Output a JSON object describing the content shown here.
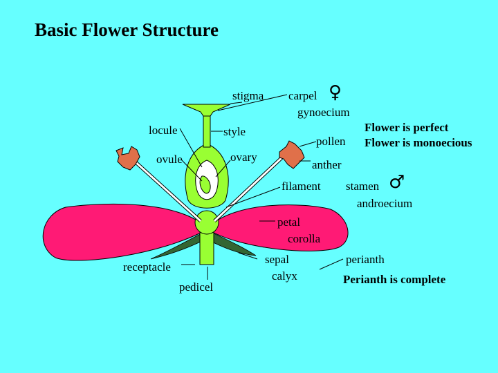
{
  "title": "Basic Flower Structure",
  "labels": {
    "stigma": "stigma",
    "carpel": "carpel",
    "gynoecium": "gynoecium",
    "locule": "locule",
    "style": "style",
    "pollen": "pollen",
    "ovule": "ovule",
    "ovary": "ovary",
    "anther": "anther",
    "filament": "filament",
    "stamen": "stamen",
    "androecium": "androecium",
    "petal": "petal",
    "corolla": "corolla",
    "receptacle": "receptacle",
    "sepal": "sepal",
    "calyx": "calyx",
    "pedicel": "pedicel",
    "perianth": "perianth"
  },
  "notes": {
    "perfect": "Flower is perfect",
    "monoecious": "Flower is monoecious",
    "perianth_complete": "Perianth is complete"
  },
  "symbols": {
    "female": "♀",
    "male": "♂"
  },
  "colors": {
    "background": "#66ffff",
    "petal": "#ff1a75",
    "carpel": "#99ff33",
    "sepal": "#336633",
    "anther": "#e0704a"
  }
}
